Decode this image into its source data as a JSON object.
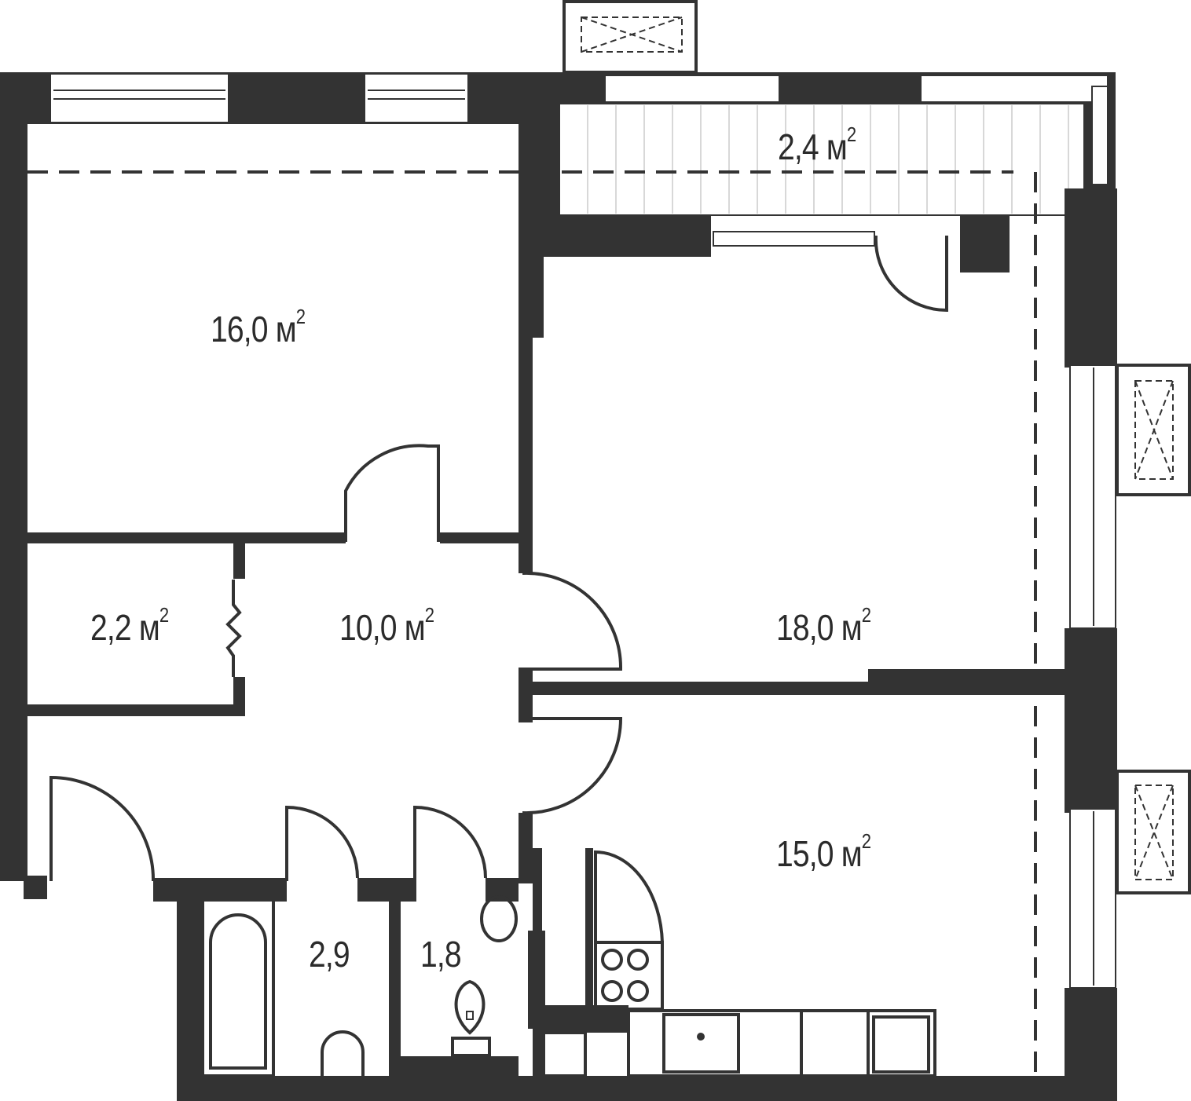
{
  "rooms": [
    {
      "id": "balcony",
      "area": "2,4",
      "unit": "м",
      "sup": "2"
    },
    {
      "id": "bedroom",
      "area": "16,0",
      "unit": "м",
      "sup": "2"
    },
    {
      "id": "closet",
      "area": "2,2",
      "unit": "м",
      "sup": "2"
    },
    {
      "id": "hall",
      "area": "10,0",
      "unit": "м",
      "sup": "2"
    },
    {
      "id": "living",
      "area": "18,0",
      "unit": "м",
      "sup": "2"
    },
    {
      "id": "kitchen",
      "area": "15,0",
      "unit": "м",
      "sup": "2"
    },
    {
      "id": "bathroom",
      "area": "2,9"
    },
    {
      "id": "toilet",
      "area": "1,8"
    }
  ],
  "colors": {
    "wall": "#333333",
    "background": "#ffffff"
  }
}
